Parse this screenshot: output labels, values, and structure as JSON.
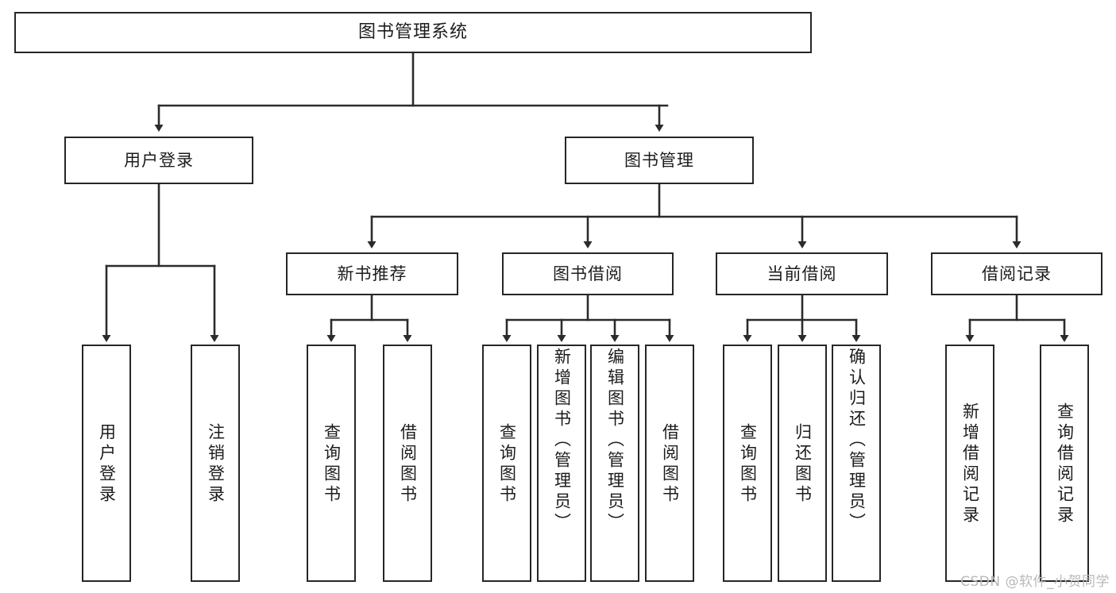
{
  "diagram": {
    "title": "图书管理系统",
    "type": "tree-hierarchy",
    "watermark": "CSDN @软件_小贺同学",
    "colors": {
      "box_border": "#262626",
      "box_fill": "#ffffff",
      "connector": "#2b2b2b",
      "text": "#1c1c1c",
      "watermark": "#b9b9b9",
      "background": "#ffffff"
    },
    "root": {
      "label": "图书管理系统"
    },
    "level2": [
      {
        "label": "用户登录"
      },
      {
        "label": "图书管理"
      }
    ],
    "level3": [
      {
        "label": "新书推荐"
      },
      {
        "label": "图书借阅"
      },
      {
        "label": "当前借阅"
      },
      {
        "label": "借阅记录"
      }
    ],
    "leaves": {
      "user_login": [
        {
          "label": "用户登录"
        },
        {
          "label": "注销登录"
        }
      ],
      "new_book_recommend": [
        {
          "label": "查询图书"
        },
        {
          "label": "借阅图书"
        }
      ],
      "book_borrow": [
        {
          "label": "查询图书"
        },
        {
          "label": "新增图书（管理员）"
        },
        {
          "label": "编辑图书（管理员）"
        },
        {
          "label": "借阅图书"
        }
      ],
      "current_borrow": [
        {
          "label": "查询图书"
        },
        {
          "label": "归还图书"
        },
        {
          "label": "确认归还（管理员）"
        }
      ],
      "borrow_record": [
        {
          "label": "新增借阅记录"
        },
        {
          "label": "查询借阅记录"
        }
      ]
    }
  }
}
